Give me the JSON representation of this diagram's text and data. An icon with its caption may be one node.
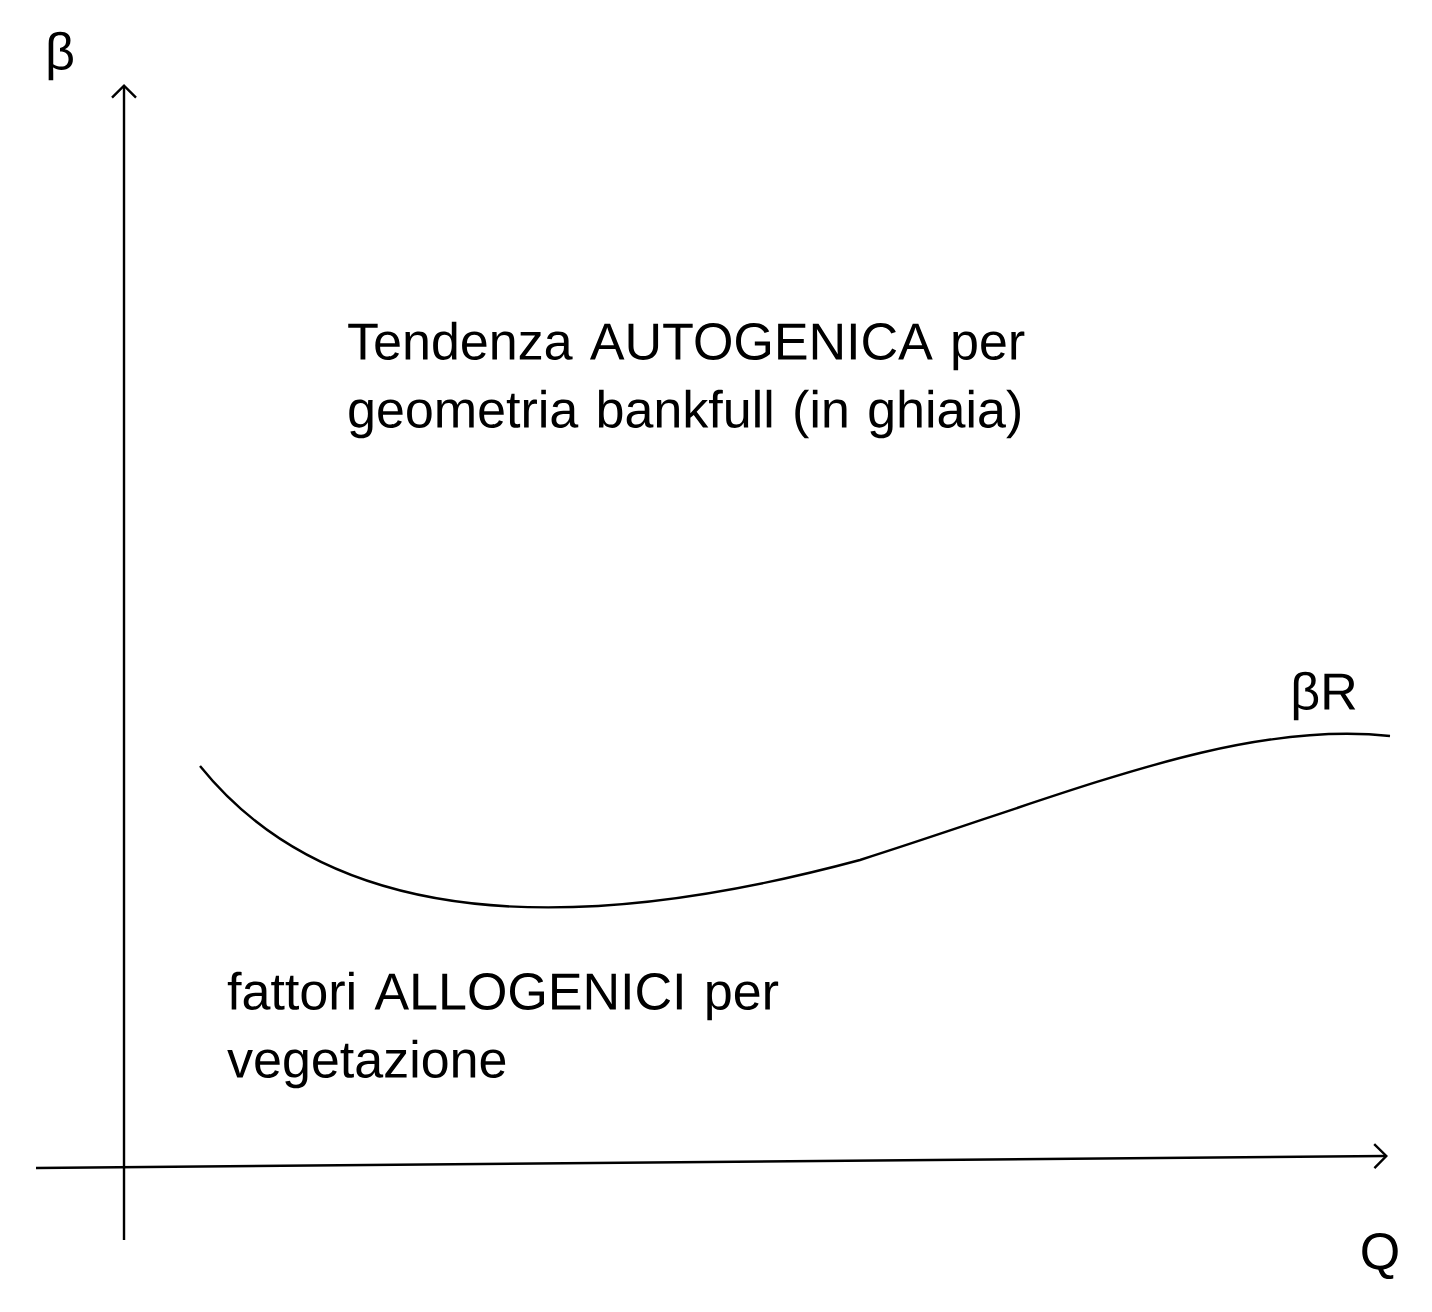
{
  "diagram": {
    "labels": [
      "β",
      "Tendenza AUTOGENICA per geometria bankfull (in ghiaia)",
      "βR",
      "fattori ALLOGENICI per vegetazione",
      "Q"
    ]
  }
}
